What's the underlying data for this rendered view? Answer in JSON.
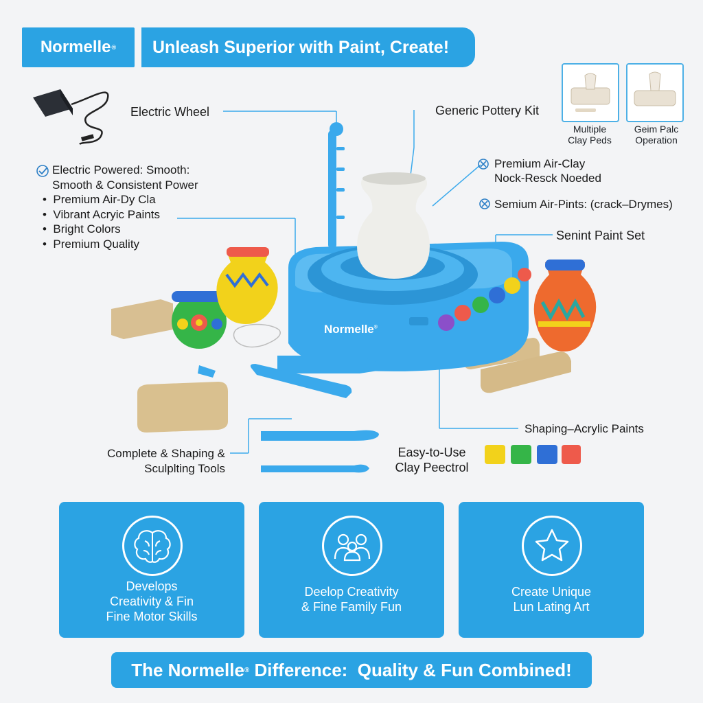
{
  "header": {
    "brand": "Normelle",
    "brand_mark": "®",
    "tagline": "Unleash Superior with Paint, Create!"
  },
  "thumbnails": [
    {
      "label_line1": "Multiple",
      "label_line2": "Clay Peds"
    },
    {
      "label_line1": "Geim Palc",
      "label_line2": "Operation"
    }
  ],
  "callouts": {
    "electric_wheel": "Electric Wheel",
    "generic_kit": "Generic Pottery Kit",
    "premium_air_clay_1": "Premium Air-Clay",
    "premium_air_clay_2": "Nock-Resck Noeded",
    "semium_air_pints": "Semium Air-Pints: (crack–Drymes)",
    "senint_paint_set": "Senint Paint Set",
    "shaping_acrylic": "Shaping–Acrylic Paints",
    "easy_line1": "Easy-to-Use",
    "easy_line2": "Clay Peectrol",
    "tools_line1": "Complete & Shaping &",
    "tools_line2": "Sculplting Tools"
  },
  "features": [
    "Electric Powered: Smooth:",
    "Smooth & Consistent Power",
    "Premium Air-Dy Cla",
    "Vibrant Acryic Paints",
    "Bright Colors",
    "Premium Quality"
  ],
  "wheel_brand": "Normelle",
  "cards": [
    {
      "icon": "brain-icon",
      "line1": "Develops",
      "line2": "Creativity & Fin",
      "line3": "Fine Motor Skills"
    },
    {
      "icon": "family-icon",
      "line1": "Deelop Creativity",
      "line2": "& Fine Family Fun",
      "line3": ""
    },
    {
      "icon": "star-icon",
      "line1": "Create Unique",
      "line2": "Lun Lating Art",
      "line3": ""
    }
  ],
  "banner": {
    "prefix": "The Normelle",
    "mark": "®",
    "suffix": " Difference:  Quality & Fun Combined!"
  },
  "colors": {
    "accent": "#2ba3e3",
    "wheel": "#3aa9ec",
    "clay": "#d8bf92",
    "paint": [
      "#f2d21b",
      "#35b548",
      "#2f6fd6",
      "#ee5a4b"
    ]
  }
}
